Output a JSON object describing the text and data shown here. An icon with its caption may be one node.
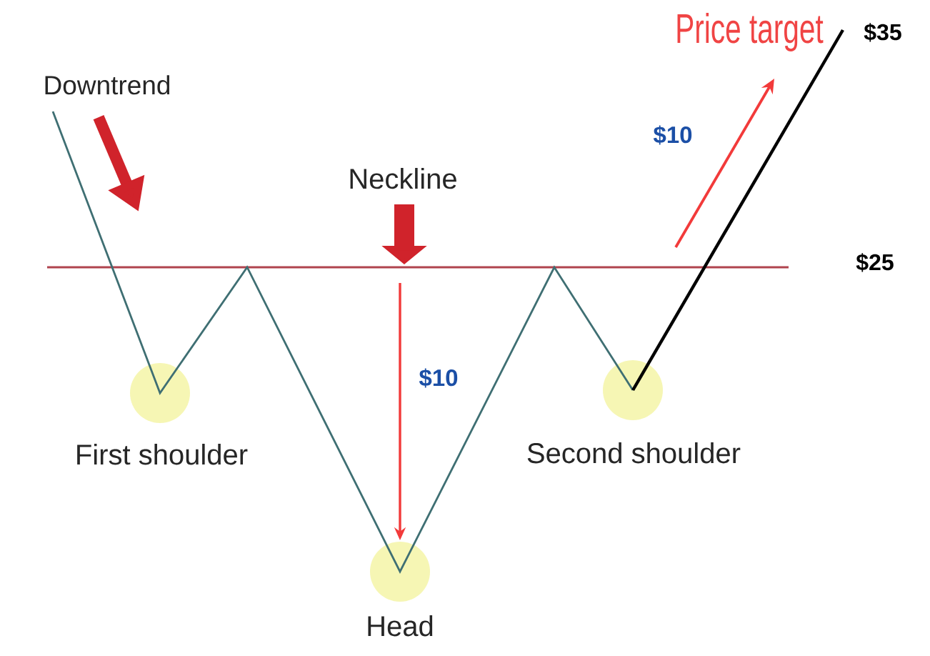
{
  "diagram": {
    "labels": [
      "Price target",
      "$35",
      "Downtrend",
      "$10",
      "Neckline",
      "$25",
      "$10",
      "First shoulder",
      "Second shoulder",
      "Head"
    ]
  }
}
